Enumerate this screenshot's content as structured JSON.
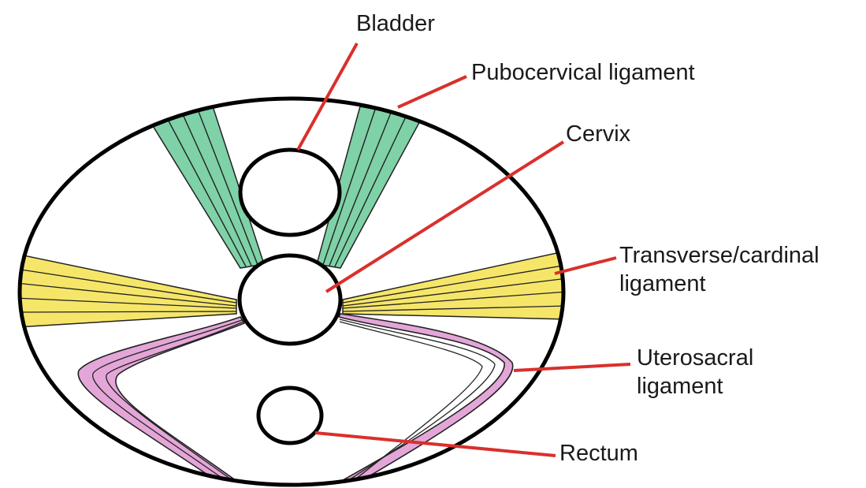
{
  "labels": {
    "bladder": "Bladder",
    "pubocervical": "Pubocervical ligament",
    "cervix": "Cervix",
    "transverse_line1": "Transverse/cardinal",
    "transverse_line2": "ligament",
    "uterosacral_line1": "Uterosacral",
    "uterosacral_line2": "ligament",
    "rectum": "Rectum"
  },
  "colors": {
    "outline": "#000000",
    "leader": "#d9302c",
    "pubocervical": "#7fd1a8",
    "transverse": "#f5e66a",
    "uterosacral": "#e4a6d8"
  }
}
